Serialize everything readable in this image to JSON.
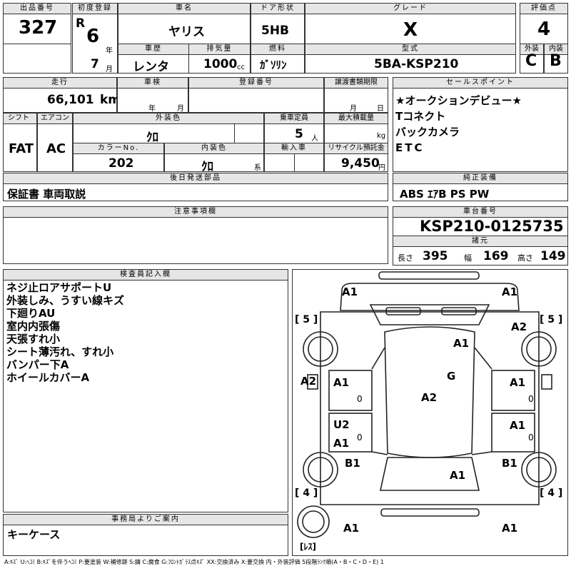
{
  "header": {
    "lot_label": "出品番号",
    "lot": "327",
    "first_reg_label": "初度登録",
    "era": "R",
    "reg_year": "6",
    "year_unit": "年",
    "reg_month": "7",
    "month_unit": "月",
    "car_name_label": "車名",
    "car_name": "ヤリス",
    "history_label": "車歴",
    "history": "レンタ",
    "displacement_label": "排気量",
    "displacement": "1000",
    "cc_unit": "cc",
    "door_label": "ドア形状",
    "door": "5HB",
    "fuel_label": "燃料",
    "fuel": "ｶﾞｿﾘﾝ",
    "grade_label": "グレード",
    "grade": "X",
    "model_label": "型式",
    "model": "5BA-KSP210",
    "score_label": "評価点",
    "score": "4",
    "ext_label": "外装",
    "ext": "C",
    "int_label": "内装",
    "int": "B"
  },
  "info": {
    "mileage_label": "走行",
    "mileage": "66,101",
    "mileage_unit": "km",
    "inspection_label": "車検",
    "insp_year_unit": "年",
    "insp_month_unit": "月",
    "reg_no_label": "登録番号",
    "transfer_label": "譲渡書類期限",
    "transfer_month_unit": "月",
    "transfer_day_unit": "日",
    "shift_label": "シフト",
    "shift": "FAT",
    "ac_label": "エアコン",
    "ac": "AC",
    "ext_color_label": "外装色",
    "ext_color": "ｸﾛ",
    "capacity_label": "乗車定員",
    "capacity": "5",
    "capacity_unit": "人",
    "load_label": "最大積載量",
    "load_unit": "kg",
    "color_no_label": "カラーNo.",
    "color_no": "202",
    "int_color_label": "内装色",
    "int_color": "ｸﾛ",
    "int_color_unit": "系",
    "import_label": "輸入車",
    "recycle_label": "リサイクル預託金",
    "recycle": "9,450",
    "recycle_unit": "円"
  },
  "sales": {
    "label": "セールスポイント",
    "items": [
      "★オークションデビュー★",
      "Tコネクト",
      "バックカメラ",
      "ETC"
    ]
  },
  "later_parts": {
    "label": "後日発送部品",
    "value": "保証書 車両取説"
  },
  "equipment": {
    "label": "純正装備",
    "value": "ABS ｴｱB PS PW"
  },
  "notes": {
    "label": "注意事項欄",
    "value": ""
  },
  "chassis": {
    "label": "車台番号",
    "value": "KSP210-0125735",
    "dims_label": "諸元",
    "length_label": "長さ",
    "length": "395",
    "width_label": "幅",
    "width": "169",
    "height_label": "高さ",
    "height": "149"
  },
  "inspector": {
    "label": "検査員記入欄",
    "items": [
      "ネジ止ロアサポートU",
      "外装しみ、うすい線キズ",
      "下廻りAU",
      "室内内張傷",
      "天張すれ小",
      "シート薄汚れ、すれ小",
      "バンパー下A",
      "ホイールカバーA"
    ]
  },
  "office": {
    "label": "事務局よりご案内",
    "value": "キーケース"
  },
  "diagram": {
    "marks": [
      "A1",
      "A1",
      "A2",
      "A1",
      "G",
      "A2",
      "A1",
      "A1",
      "A2",
      "U2",
      "A1",
      "A1",
      "B1",
      "B1",
      "A1",
      "A1",
      "A1"
    ],
    "tire_front_left": "[ 5 ]",
    "tire_front_right": "[ 5 ]",
    "tire_rear_left": "[ 4 ]",
    "tire_rear_right": "[ 4 ]",
    "spare": "[ﾚｽ]",
    "door_zero_1": "0",
    "door_zero_2": "0",
    "door_zero_3": "0",
    "door_zero_4": "0"
  },
  "legend": "A:ｷｽﾞ U:ﾍｺﾐ B:ｷｽﾞを伴うﾍｺﾐ P:要塗装 W:補修跡 S:錆 C:腐食 G:ﾌﾛﾝﾄｶﾞﾗｽ点ｷｽﾞ XX:交換済み X:要交換 内・外装評価 5段階ﾗﾝｸ順(A・B・C・D・E) 1"
}
